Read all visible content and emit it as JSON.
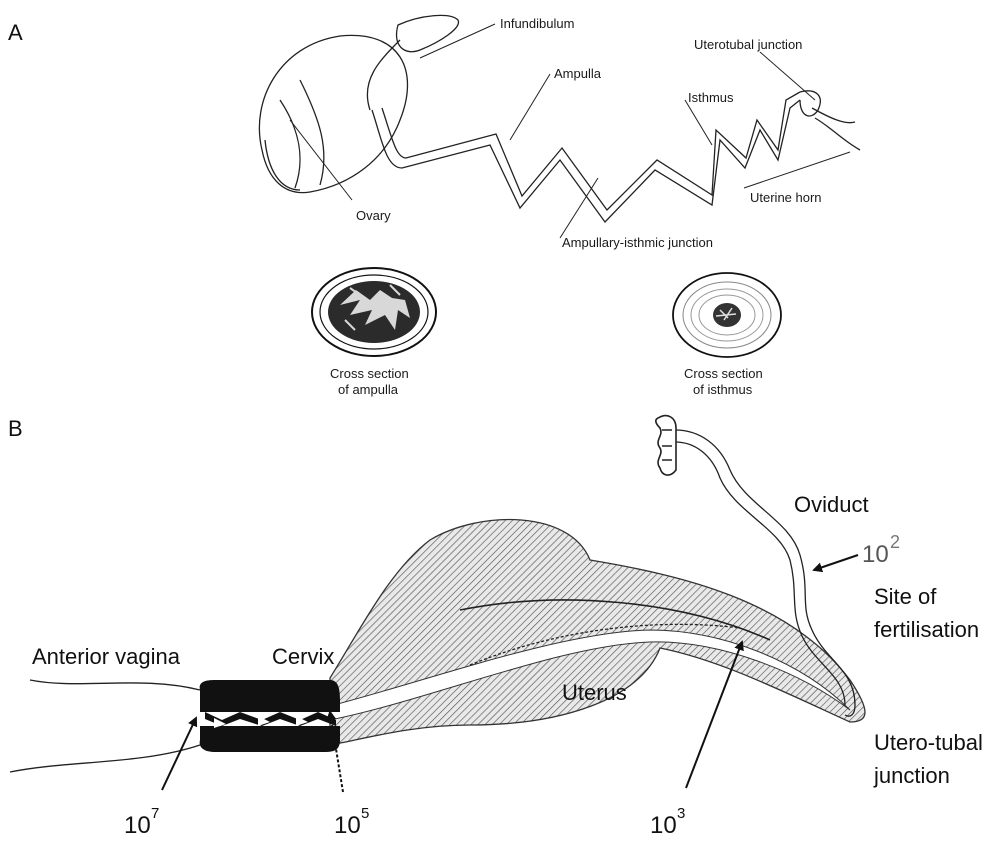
{
  "panel_a": {
    "letter": "A",
    "labels": {
      "infundibulum": "Infundibulum",
      "ampulla": "Ampulla",
      "uterotubal_junction": "Uterotubal junction",
      "isthmus": "Isthmus",
      "uterine_horn": "Uterine horn",
      "ovary": "Ovary",
      "ampullary_isthmic_junction": "Ampullary-isthmic junction"
    },
    "cross_sections": [
      {
        "line1": "Cross section",
        "line2": "of ampulla"
      },
      {
        "line1": "Cross section",
        "line2": "of isthmus"
      }
    ]
  },
  "panel_b": {
    "letter": "B",
    "labels": {
      "oviduct": "Oviduct",
      "site_of_fertilisation_line1": "Site of",
      "site_of_fertilisation_line2": "fertilisation",
      "anterior_vagina": "Anterior vagina",
      "cervix": "Cervix",
      "uterus": "Uterus",
      "utero_tubal_junction_line1": "Utero-tubal",
      "utero_tubal_junction_line2": "junction"
    },
    "counts": [
      {
        "base": "10",
        "exp": "7"
      },
      {
        "base": "10",
        "exp": "5"
      },
      {
        "base": "10",
        "exp": "3"
      },
      {
        "base": "10",
        "exp": "2"
      }
    ]
  }
}
